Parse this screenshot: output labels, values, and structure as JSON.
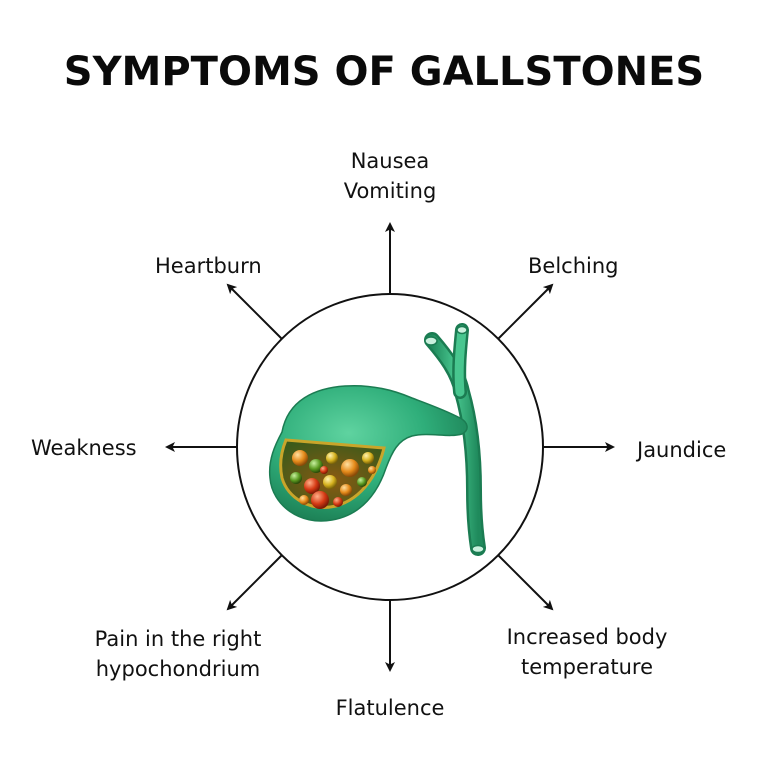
{
  "title": "SYMPTOMS OF GALLSTONES",
  "symptoms": {
    "top": [
      "Nausea",
      "Vomiting"
    ],
    "top_right": "Belching",
    "right": "Jaundice",
    "bottom_right": [
      "Increased body",
      "temperature"
    ],
    "bottom": "Flatulence",
    "bottom_left": [
      "Pain in the right",
      "hypochondrium"
    ],
    "left": "Weakness",
    "top_left": "Heartburn"
  },
  "colors": {
    "gallbladder": "#2fae7a",
    "gallbladder_dark": "#1f8a5c",
    "stones_red": "#d63a14",
    "stones_orange": "#e58a1a",
    "stones_yellow": "#d6b21f",
    "outline": "#111111"
  }
}
